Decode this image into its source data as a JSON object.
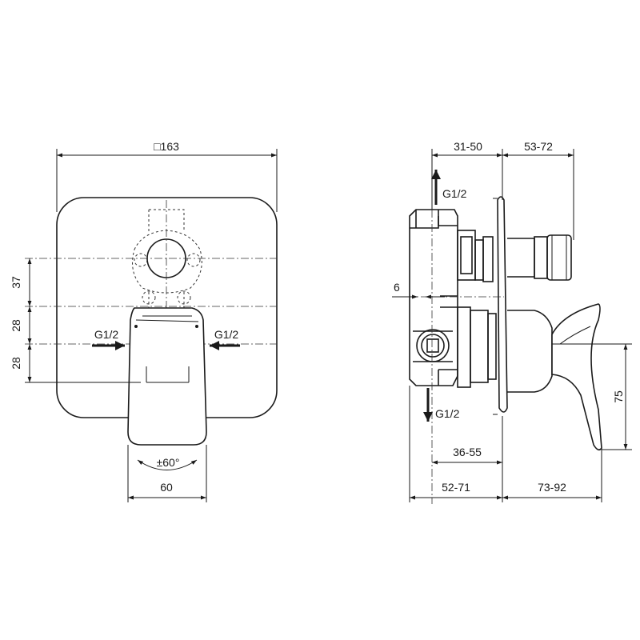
{
  "front_view": {
    "width_label": "□163",
    "dim_37": "37",
    "dim_28_upper": "28",
    "dim_28_lower": "28",
    "inlet_left": "G1/2",
    "inlet_right": "G1/2",
    "rotation": "±60°",
    "handle_width": "60"
  },
  "side_view": {
    "dim_31_50": "31-50",
    "dim_53_72": "53-72",
    "outlet_top": "G1/2",
    "dim_6": "6",
    "outlet_bottom": "G1/2",
    "dim_36_55": "36-55",
    "dim_52_71": "52-71",
    "dim_73_92": "73-92",
    "dim_75": "75"
  }
}
